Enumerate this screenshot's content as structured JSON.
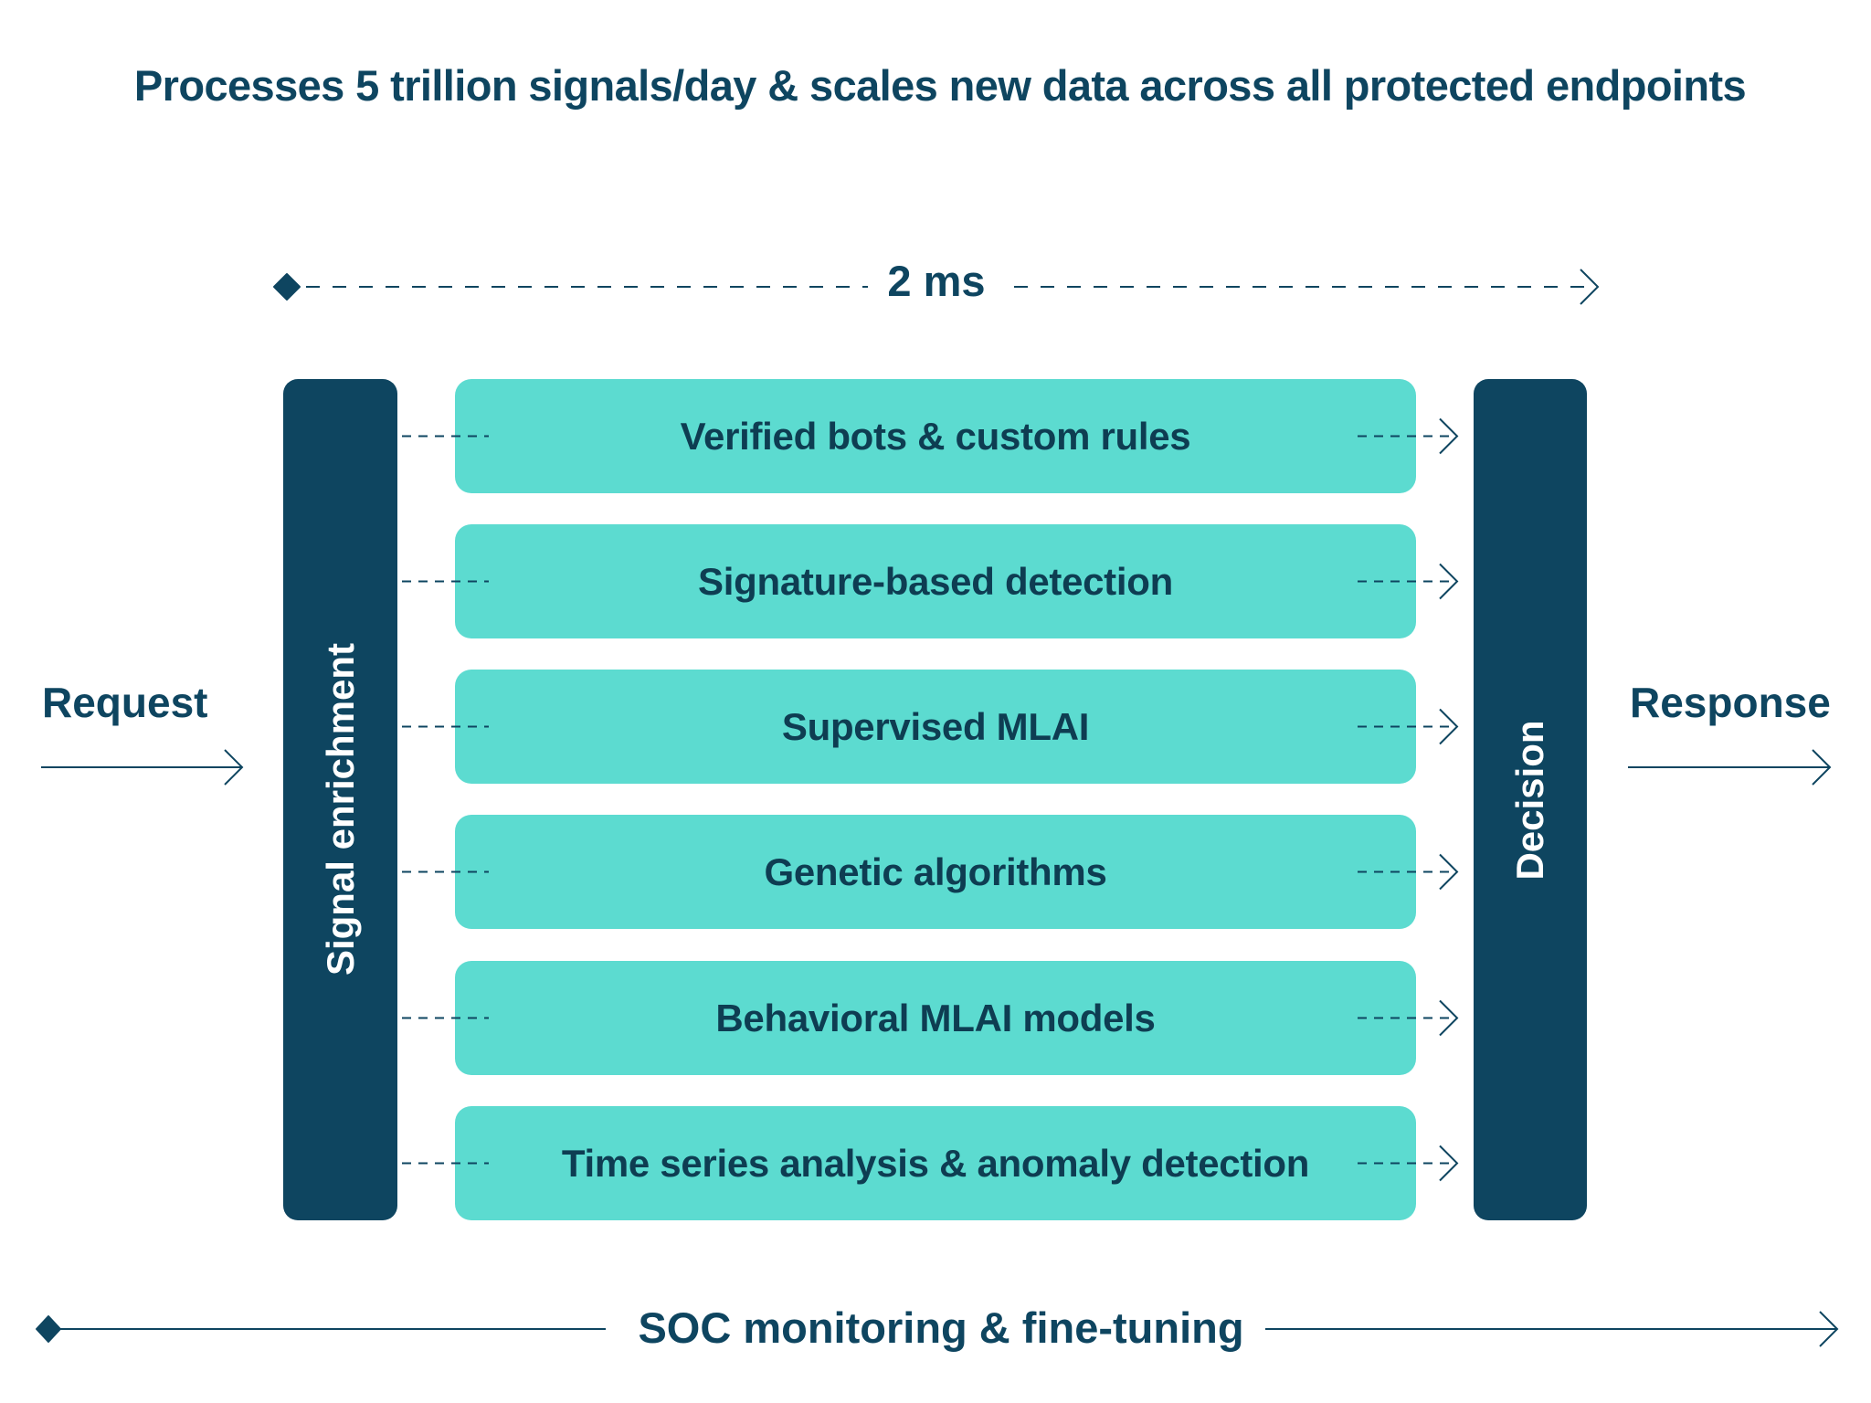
{
  "title": "Processes 5 trillion signals/day & scales new data across all protected endpoints",
  "latency": {
    "label": "2 ms",
    "start_marker": "diamond-icon",
    "end_marker": "arrow-right-icon",
    "line_style": "dashed"
  },
  "input": {
    "label": "Request",
    "icon": "arrow-right-icon"
  },
  "output": {
    "label": "Response",
    "icon": "arrow-right-icon"
  },
  "stages": {
    "enrichment": "Signal enrichment",
    "decision": "Decision"
  },
  "detectors": [
    {
      "label": "Verified bots & custom rules"
    },
    {
      "label": "Signature-based detection"
    },
    {
      "label": "Supervised MLAI"
    },
    {
      "label": "Genetic algorithms"
    },
    {
      "label": "Behavioral MLAI models"
    },
    {
      "label": "Time series analysis & anomaly detection"
    }
  ],
  "footer": {
    "label": "SOC monitoring & fine-tuning",
    "start_marker": "diamond-icon",
    "end_marker": "arrow-right-icon",
    "line_style": "solid"
  },
  "colors": {
    "primary_dark": "#0E4560",
    "teal": "#5CDBD0",
    "text_on_teal": "#0E3D52",
    "background": "#FFFFFF"
  }
}
